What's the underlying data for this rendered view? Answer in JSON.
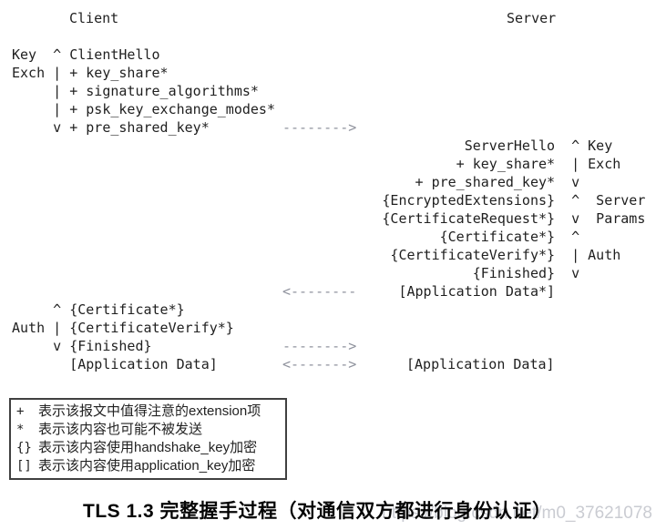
{
  "figure": {
    "caption": "TLS 1.3 完整握手过程（对通信双方都进行身份认证）",
    "watermark": "https://blog.csdn.net/m0_37621078"
  },
  "diagram": {
    "client_label": "Client",
    "server_label": "Server",
    "colors": {
      "text": "#1f1f1f",
      "arrow": "#8e919c"
    },
    "lines": [
      {
        "indent": 0,
        "text": "Key  ^ ClientHello"
      },
      {
        "indent": 0,
        "text": "Exch | + key_share*"
      },
      {
        "indent": 5,
        "text": "| + signature_algorithms*"
      },
      {
        "indent": 5,
        "text": "| + psk_key_exchange_modes*"
      },
      {
        "indent": 5,
        "text": "v + pre_shared_key*"
      },
      {
        "indent": 55,
        "text": "ServerHello  ^ Key"
      },
      {
        "indent": 54,
        "text": "+ key_share*  | Exch"
      },
      {
        "indent": 49,
        "text": "+ pre_shared_key*  v"
      },
      {
        "indent": 45,
        "text": "{EncryptedExtensions}  ^  Server"
      },
      {
        "indent": 45,
        "text": "{CertificateRequest*}  v  Params"
      },
      {
        "indent": 52,
        "text": "{Certificate*}  ^"
      },
      {
        "indent": 46,
        "text": "{CertificateVerify*}  | Auth"
      },
      {
        "indent": 56,
        "text": "{Finished}  v"
      },
      {
        "indent": 47,
        "text": "[Application Data*]"
      },
      {
        "indent": 5,
        "text": "^ {Certificate*}"
      },
      {
        "indent": 0,
        "text": "Auth | {CertificateVerify*}"
      },
      {
        "indent": 5,
        "text": "v {Finished}"
      },
      {
        "indent": 7,
        "text": "[Application Data]"
      }
    ],
    "arrows": [
      {
        "symbol": "-------->",
        "direction": "client-to-server"
      },
      {
        "symbol": "<--------",
        "direction": "server-to-client"
      },
      {
        "symbol": "-------->",
        "direction": "client-to-server"
      },
      {
        "symbol": "<------->",
        "direction": "bidirectional"
      }
    ],
    "app_data_right": "[Application Data]"
  },
  "legend": {
    "items": [
      {
        "symbol": "+",
        "text": "表示该报文中值得注意的extension项"
      },
      {
        "symbol": "*",
        "text": "表示该内容也可能不被发送"
      },
      {
        "symbol": "{}",
        "text": "表示该内容使用handshake_key加密"
      },
      {
        "symbol": "[]",
        "text": "表示该内容使用application_key加密"
      }
    ]
  }
}
